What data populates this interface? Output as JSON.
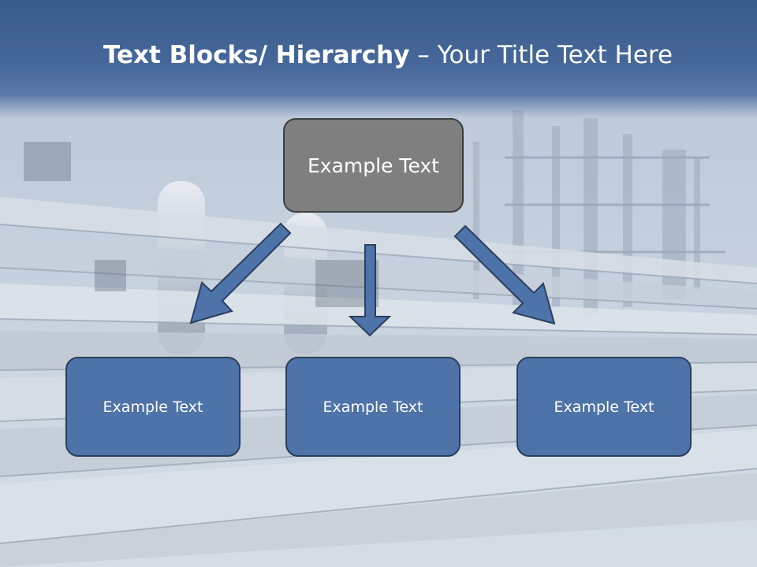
{
  "title": {
    "bold_part": "Text Blocks/ Hierarchy",
    "normal_part": " – Your Title Text Here"
  },
  "top_box": {
    "label": "Example Text"
  },
  "child_boxes": [
    {
      "label": "Example Text"
    },
    {
      "label": "Example Text"
    },
    {
      "label": "Example Text"
    }
  ],
  "colors": {
    "title_band": "#46679a",
    "top_box_fill": "#7f7f7f",
    "child_box_fill": "#4e73a8",
    "arrow_fill": "#4e73a8",
    "arrow_stroke": "#2a3f5e"
  }
}
